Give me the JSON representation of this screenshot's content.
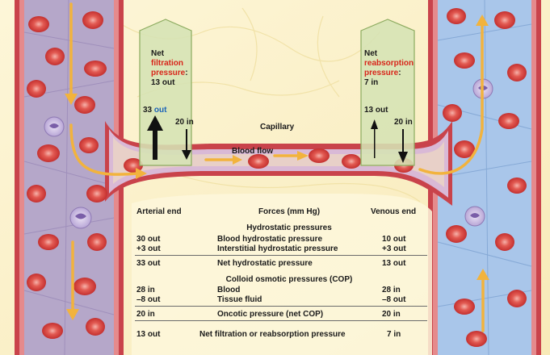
{
  "callouts": {
    "arterial": {
      "word": "Net",
      "highlight_line1": "filtration",
      "highlight_line2": "pressure",
      "colon": ":",
      "value": "13 out",
      "left_value": "33",
      "left_dir": "out",
      "right_value": "20 in"
    },
    "venous": {
      "word": "Net",
      "highlight_line1": "reabsorption",
      "highlight_line2": "pressure",
      "colon": ":",
      "value": "7 in",
      "left_value": "13 out",
      "right_value": "20 in"
    }
  },
  "labels": {
    "capillary": "Capillary",
    "blood_flow": "Blood flow"
  },
  "table": {
    "headers": {
      "arterial": "Arterial end",
      "forces": "Forces (mm Hg)",
      "venous": "Venous end"
    },
    "hydrostatic": {
      "section": "Hydrostatic pressures",
      "rows": [
        {
          "arterial": "30 out",
          "force": "Blood hydrostatic pressure",
          "venous": "10 out"
        },
        {
          "arterial": "+3 out",
          "force": "Interstitial hydrostatic pressure",
          "venous": "+3 out"
        }
      ],
      "total": {
        "arterial": "33 out",
        "force": "Net hydrostatic pressure",
        "venous": "13 out"
      }
    },
    "osmotic": {
      "section": "Colloid osmotic pressures (COP)",
      "rows": [
        {
          "arterial": "28 in",
          "force": "Blood",
          "venous": "28 in"
        },
        {
          "arterial": "–8 out",
          "force": "Tissue fluid",
          "venous": "–8 out"
        }
      ],
      "total": {
        "arterial": "20 in",
        "force": "Oncotic pressure (net COP)",
        "venous": "20 in"
      }
    },
    "net": {
      "arterial": "13 out",
      "force": "Net filtration or reabsorption pressure",
      "venous": "7 in"
    }
  },
  "colors": {
    "highlight_red": "#d8261b",
    "highlight_blue": "#1b63b8",
    "flow_arrow": "#f2b33d",
    "vessel_wall": "#c9434b",
    "artery_lumen": "#b5a7c9",
    "vein_lumen": "#a9c6ea",
    "callout_fill": "#d5e3b4",
    "callout_stroke": "#8cab5f",
    "background": "#fbf3cf"
  }
}
